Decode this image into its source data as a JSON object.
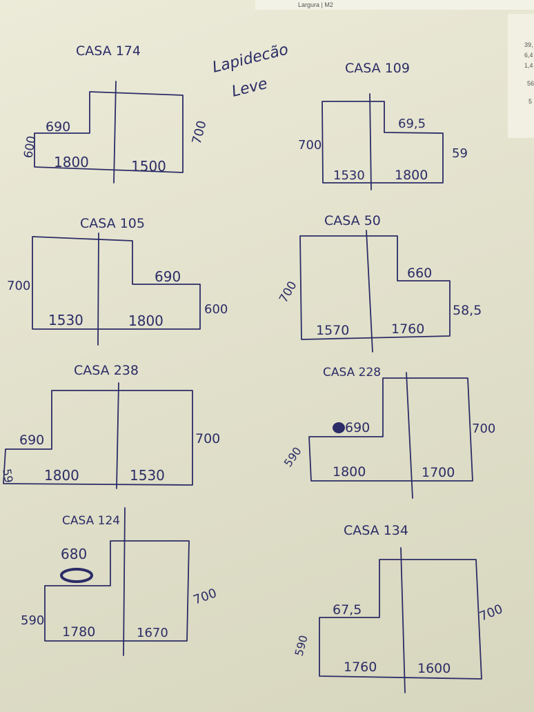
{
  "header_fragment": "Largura | M2",
  "margin_numbers": [
    "39,",
    "6,4",
    "1,4",
    "56",
    "5"
  ],
  "note": [
    "Lapidecão",
    "Leve"
  ],
  "houses": [
    {
      "title": "CASA 174",
      "dims": [
        "690",
        "600",
        "700",
        "1800",
        "1500"
      ]
    },
    {
      "title": "CASA 109",
      "dims": [
        "69,5",
        "700",
        "59",
        "1530",
        "1800"
      ]
    },
    {
      "title": "CASA 105",
      "dims": [
        "690",
        "700",
        "600",
        "1530",
        "1800"
      ]
    },
    {
      "title": "CASA 50",
      "dims": [
        "660",
        "700",
        "58,5",
        "1570",
        "1760"
      ]
    },
    {
      "title": "CASA 238",
      "dims": [
        "690",
        "59",
        "700",
        "1800",
        "1530"
      ]
    },
    {
      "title": "CASA 228",
      "dims": [
        "690",
        "590",
        "700",
        "1800",
        "1700"
      ]
    },
    {
      "title": "CASA 124",
      "dims": [
        "680",
        "590",
        "700",
        "1780",
        "1670"
      ]
    },
    {
      "title": "CASA 134",
      "dims": [
        "67,5",
        "590",
        "700",
        "1760",
        "1600"
      ]
    }
  ]
}
